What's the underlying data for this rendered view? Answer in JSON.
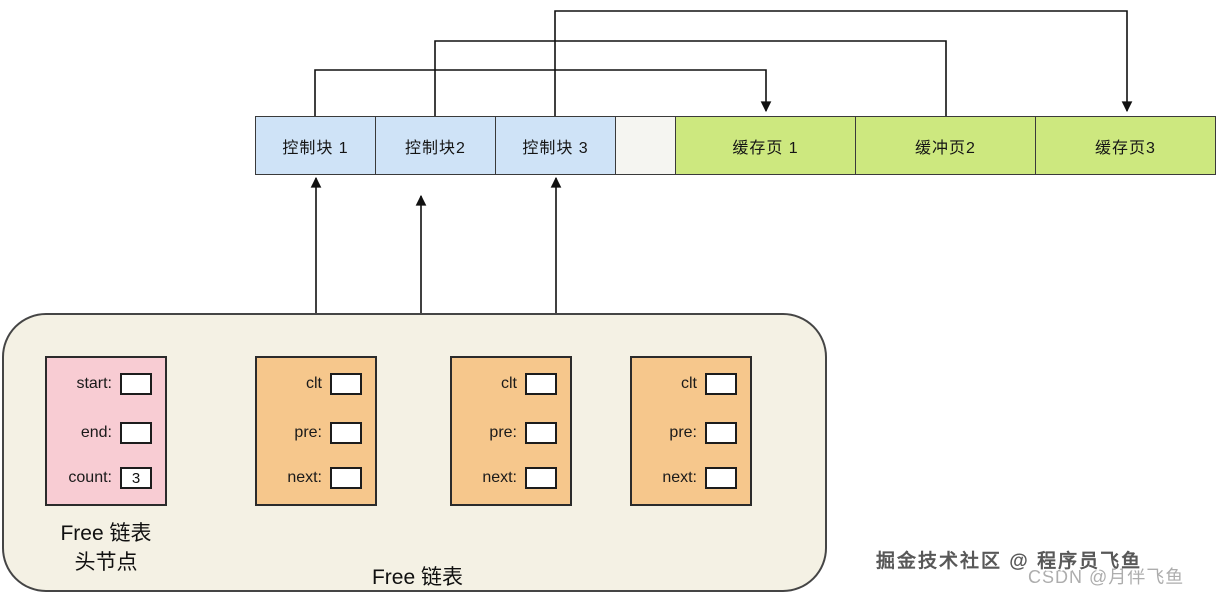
{
  "top_row": {
    "control_blocks": [
      {
        "label": "控制块 1"
      },
      {
        "label": "控制块2"
      },
      {
        "label": "控制块 3"
      }
    ],
    "cache_pages": [
      {
        "label": "缓存页 1"
      },
      {
        "label": "缓冲页2"
      },
      {
        "label": "缓存页3"
      }
    ]
  },
  "free_list": {
    "caption": "Free 链表",
    "head": {
      "title_line1": "Free 链表",
      "title_line2": "头节点",
      "fields": [
        {
          "label": "start:",
          "value": ""
        },
        {
          "label": "end:",
          "value": ""
        },
        {
          "label": "count:",
          "value": "3"
        }
      ]
    },
    "nodes": [
      {
        "fields": [
          {
            "label": "clt",
            "value": ""
          },
          {
            "label": "pre:",
            "value": ""
          },
          {
            "label": "next:",
            "value": ""
          }
        ]
      },
      {
        "fields": [
          {
            "label": "clt",
            "value": ""
          },
          {
            "label": "pre:",
            "value": ""
          },
          {
            "label": "next:",
            "value": ""
          }
        ]
      },
      {
        "fields": [
          {
            "label": "clt",
            "value": ""
          },
          {
            "label": "pre:",
            "value": ""
          },
          {
            "label": "next:",
            "value": ""
          }
        ]
      }
    ]
  },
  "watermarks": {
    "primary": "掘金技术社区 @ 程序员飞鱼",
    "secondary": "CSDN @月伴飞鱼"
  },
  "colors": {
    "control_block_fill": "#cfe3f7",
    "cache_page_fill": "#cde87f",
    "spacer_fill": "#f5f5f1",
    "head_node_fill": "#f8ccd3",
    "list_node_fill": "#f6c78c",
    "container_fill": "#f4f1e4",
    "line_color": "#111111"
  }
}
